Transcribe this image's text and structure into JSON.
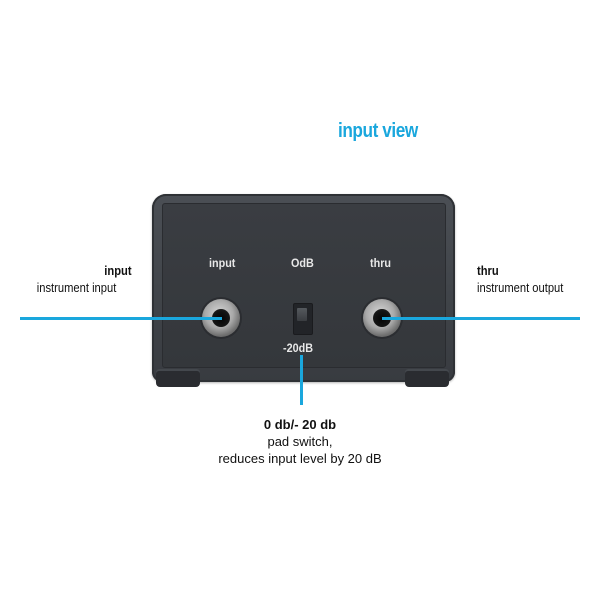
{
  "title": "input view",
  "device": {
    "labels": {
      "input": "input",
      "pad": "OdB",
      "thru": "thru",
      "pad_lower": "-20dB"
    }
  },
  "annotations": {
    "left": {
      "title": "input",
      "subtitle": "instrument input"
    },
    "right": {
      "title": "thru",
      "subtitle": "instrument output"
    },
    "bottom": {
      "title": "0 db/- 20 db",
      "line1": "pad switch,",
      "line2": "reduces input level by 20 dB"
    }
  },
  "colors": {
    "accent": "#1aa7dd",
    "device": "#3f4348",
    "text": "#111111"
  }
}
